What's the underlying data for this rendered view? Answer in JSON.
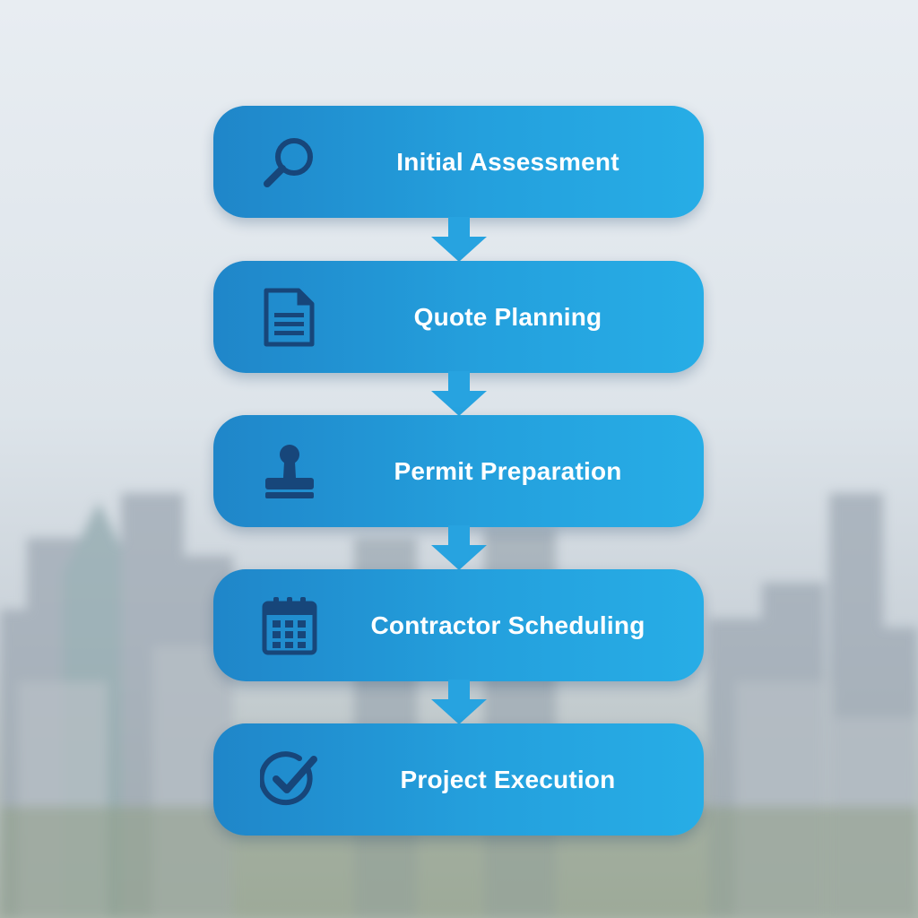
{
  "colors": {
    "step_start": "#1f86c9",
    "step_end": "#27ade6",
    "icon": "#17467a",
    "arrow": "#27a3e0",
    "label": "#ffffff"
  },
  "steps": [
    {
      "label": "Initial Assessment",
      "icon": "magnifier-icon"
    },
    {
      "label": "Quote Planning",
      "icon": "document-icon"
    },
    {
      "label": "Permit Preparation",
      "icon": "stamp-icon"
    },
    {
      "label": "Contractor Scheduling",
      "icon": "calendar-icon"
    },
    {
      "label": "Project Execution",
      "icon": "check-circle-icon"
    }
  ]
}
